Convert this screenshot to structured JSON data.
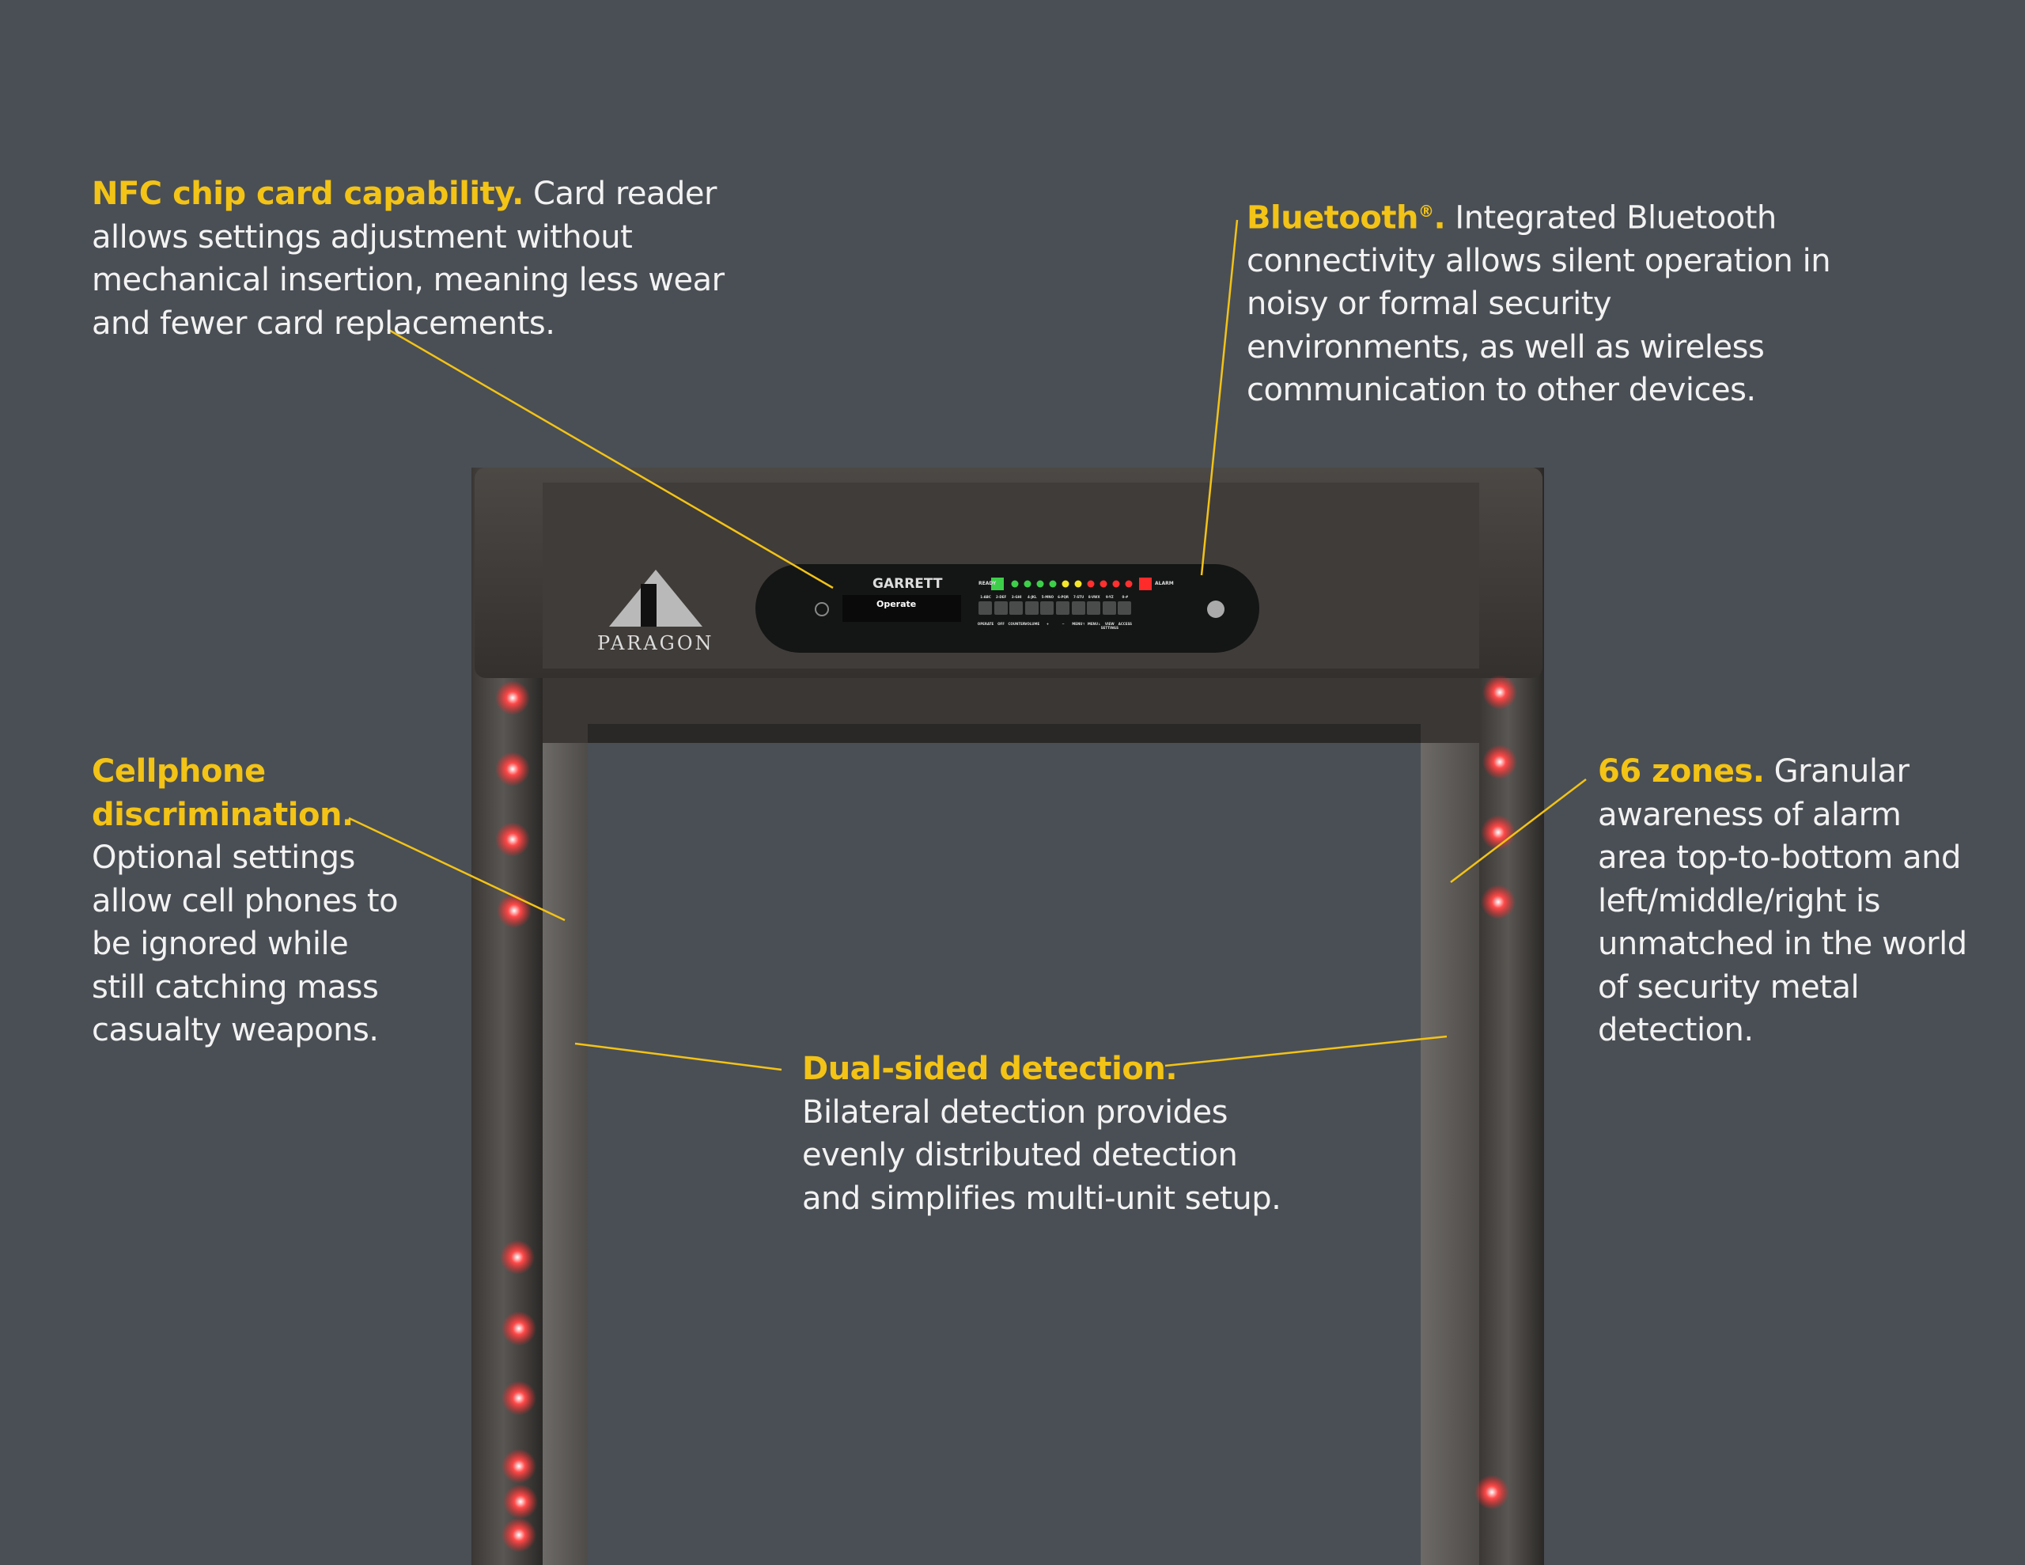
{
  "callouts": {
    "nfc": {
      "title": "NFC chip card capability.",
      "body": " Card reader allows settings adjustment without mechanical insertion, meaning less wear and fewer card replacements."
    },
    "bluetooth": {
      "title": "Bluetooth",
      "reg": "®",
      "dot": ".",
      "body": " Integrated Bluetooth connectivity allows silent operation in noisy or formal security environments, as well as wireless communication to other devices."
    },
    "cellphone": {
      "title": "Cellphone discrimination.",
      "body": " Optional settings allow cell phones to be ignored while still catching mass casualty weapons."
    },
    "zones": {
      "title": "66 zones.",
      "body": " Granular awareness of alarm area top-to-bottom and left/middle/right is unmatched in the world of security metal detection."
    },
    "dual": {
      "title": "Dual-sided detection.",
      "body": " Bilateral detection provides evenly distributed detection and simplifies multi-unit setup."
    }
  },
  "device": {
    "logo_text": "PARAGON",
    "brand": "GARRETT",
    "display_text": "Operate",
    "ready_label": "READY",
    "alarm_label": "ALARM",
    "keys": [
      {
        "top": "1-ABC",
        "label": "OPERATE"
      },
      {
        "top": "2-DEF",
        "label": "OFF"
      },
      {
        "top": "3-GHI",
        "label": "COUNTER"
      },
      {
        "top": "4-JKL",
        "label": "VOLUME"
      },
      {
        "top": "5-MNO",
        "label": "+"
      },
      {
        "top": "6-PQR",
        "label": "−"
      },
      {
        "top": "7-STU",
        "label": "MENU↑"
      },
      {
        "top": "8-VWX",
        "label": "MENU↓"
      },
      {
        "top": "9-YZ",
        "label": "VIEW SETTINGS"
      },
      {
        "top": "0-#",
        "label": "ACCESS"
      }
    ],
    "led_colors": [
      "#3ecf4a",
      "#3ecf4a",
      "#3ecf4a",
      "#3ecf4a",
      "#f5e52a",
      "#f5e52a",
      "#ff3030",
      "#ff3030",
      "#ff3030",
      "#ff3030"
    ],
    "accent": "#f3c316"
  }
}
